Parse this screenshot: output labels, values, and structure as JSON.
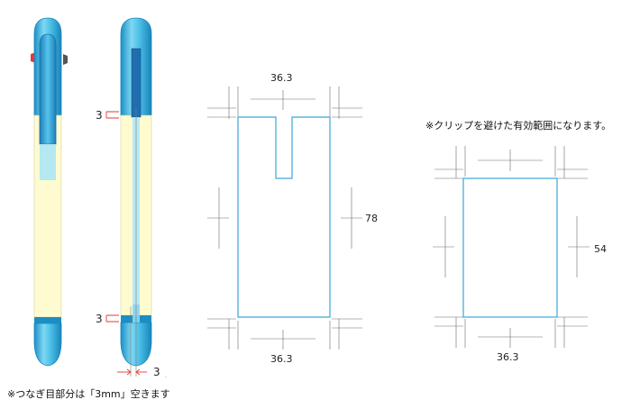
{
  "notes": {
    "gap_note": "※つなぎ目部分は「3mm」空きます",
    "clip_note": "※クリップを避けた有効範囲になります。"
  },
  "pen": {
    "gap_top_label": "3",
    "gap_bottom_label": "3",
    "gap_width_label": "3"
  },
  "template_a": {
    "width_top": "36.3",
    "height": "78",
    "width_bottom": "36.3"
  },
  "template_b": {
    "width_bottom": "36.3",
    "height": "54"
  },
  "colors": {
    "pen_blue": "#4fc3e6",
    "pen_dark": "#1a8fc4",
    "print_area": "#fffbd0",
    "outline": "#3aa6d8",
    "dim_red": "#e53935"
  }
}
